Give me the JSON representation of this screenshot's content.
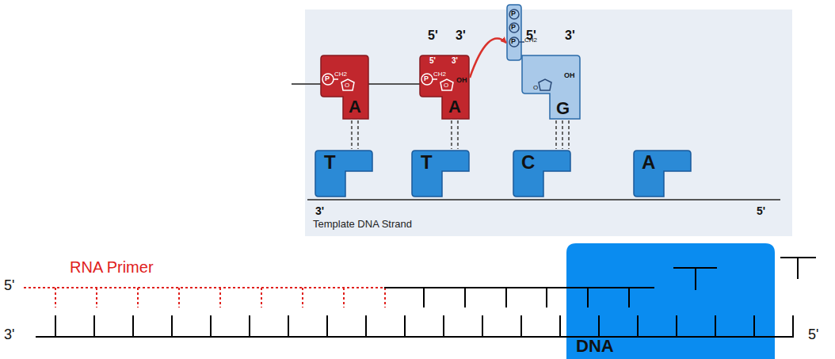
{
  "diagram": {
    "nodes": [
      {
        "text": [
          "P",
          "CH2",
          "O",
          "A"
        ]
      },
      {
        "text": [
          "5'",
          "3'",
          "P",
          "CH2",
          "O",
          "OH",
          "A"
        ]
      },
      {
        "text": [
          "P",
          "P",
          "P",
          "CH2",
          "O",
          "OH",
          "G"
        ]
      },
      {
        "text": [
          "T"
        ]
      },
      {
        "text": [
          "T"
        ]
      },
      {
        "text": [
          "C"
        ]
      },
      {
        "text": [
          "A"
        ]
      },
      {
        "text": [
          "DNA"
        ]
      }
    ],
    "edges": [
      {
        "from": 0,
        "to": 3,
        "arrow": "none"
      },
      {
        "from": 1,
        "to": 4,
        "arrow": "none"
      },
      {
        "from": 2,
        "to": 5,
        "arrow": "none"
      },
      {
        "from": 1,
        "to": 2,
        "arrow": "to"
      }
    ],
    "labels": [
      "5'",
      "3'",
      "5'",
      "3'",
      "3'",
      "5'",
      "Template DNA Strand",
      "RNA Primer",
      "5'",
      "3'",
      "5'"
    ]
  }
}
